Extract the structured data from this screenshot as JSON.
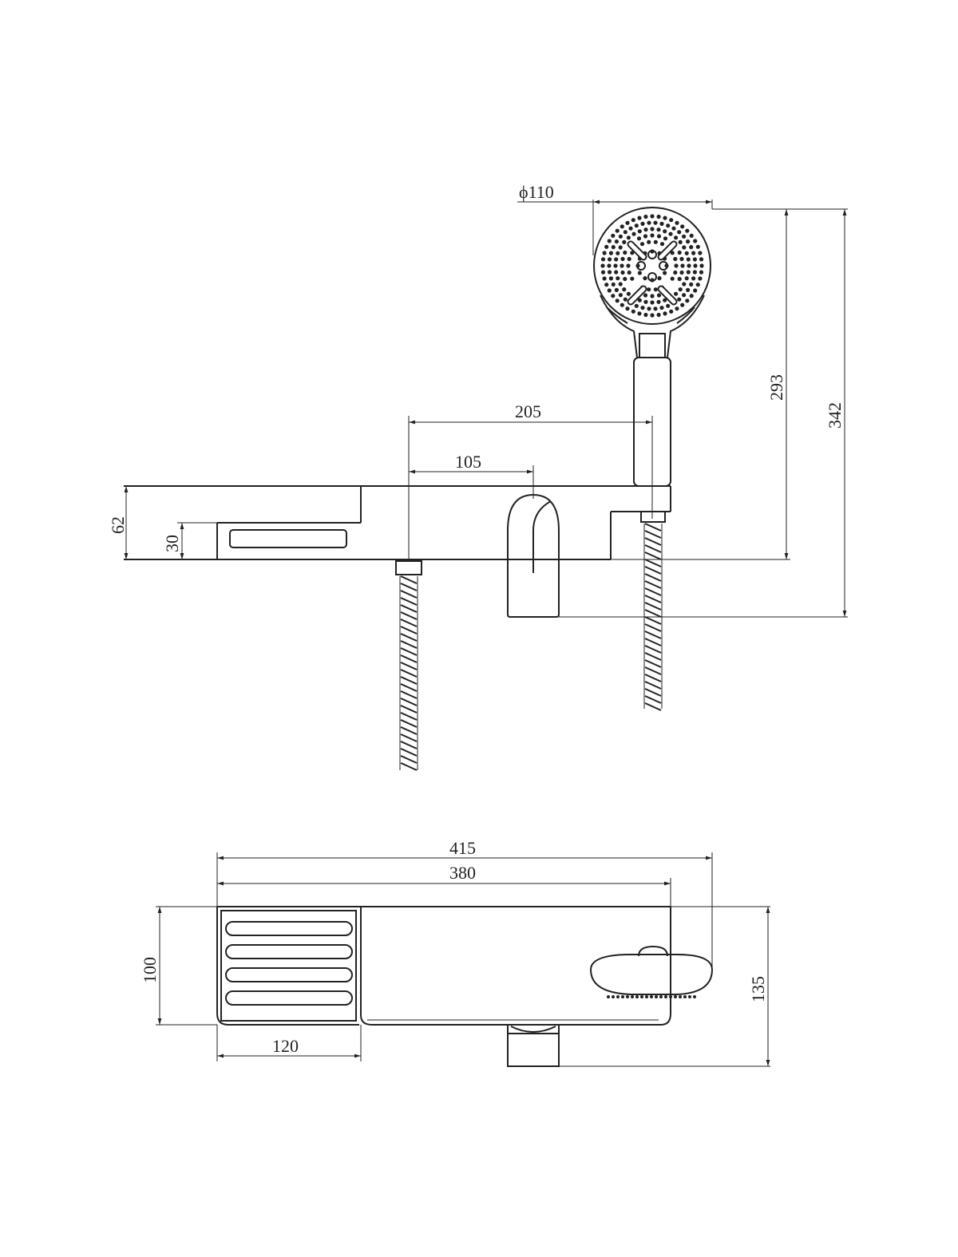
{
  "dimensions": {
    "showerhead_diameter": "ϕ110",
    "spout_offset_long": "205",
    "spout_offset_short": "105",
    "body_height": "62",
    "shelf_height": "30",
    "head_height_293": "293",
    "total_height_342": "342",
    "total_length_415": "415",
    "body_length_380": "380",
    "shelf_depth_100": "100",
    "total_depth_135": "135",
    "shelf_width_120": "120"
  },
  "colors": {
    "line": "#222222",
    "background": "#ffffff"
  }
}
